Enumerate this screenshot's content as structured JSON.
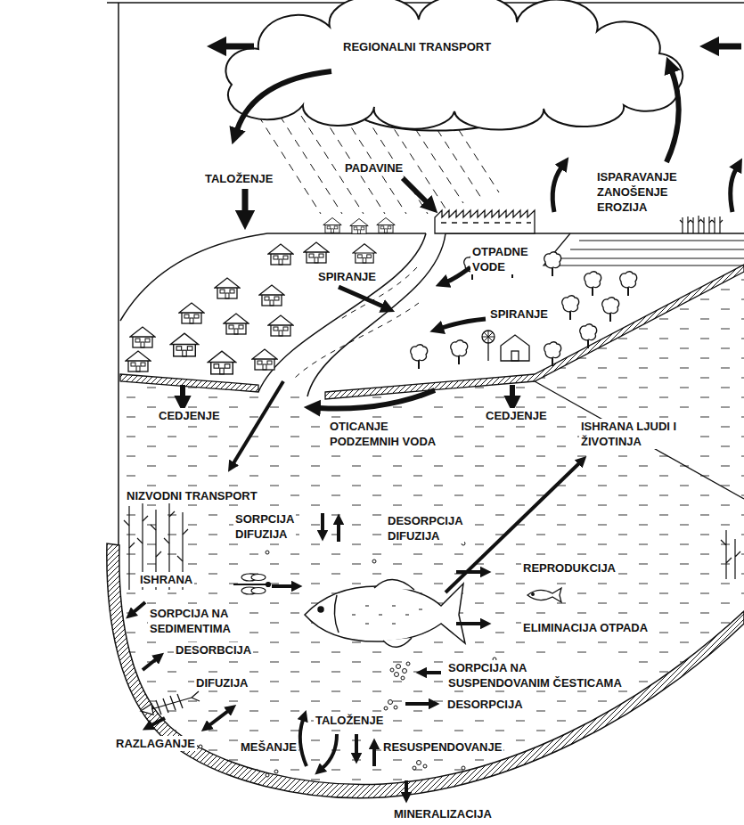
{
  "diagram": {
    "labels": [
      "REGIONALNI TRANSPORT",
      "TALOŽENJE",
      "PADAVINE",
      "ISPARAVANJE ZANOŠENJE EROZIJA",
      "OTPADNE VODE",
      "SPIRANJE",
      "SPIRANJE",
      "CEDJENJE",
      "OTICANJE PODZEMNIH VODA",
      "CEDJENJE",
      "ISHRANA LJUDI I ŽIVOTINJA",
      "NIZVODNI TRANSPORT",
      "SORPCIJA DIFUZIJA",
      "DESORPCIJA DIFUZIJA",
      "ISHRANA",
      "REPRODUKCIJA",
      "SORPCIJA NA SEDIMENTIMA",
      "ELIMINACIJA OTPADA",
      "DESORBCIJA",
      "SORPCIJA NA SUSPENDOVANIM ČESTICAMA",
      "DIFUZIJA",
      "DESORPCIJA",
      "TALOŽENJE",
      "RAZLAGANJE",
      "MEŠANJE",
      "RESUSPENDOVANJE",
      "MINERALIZACIJA"
    ]
  }
}
